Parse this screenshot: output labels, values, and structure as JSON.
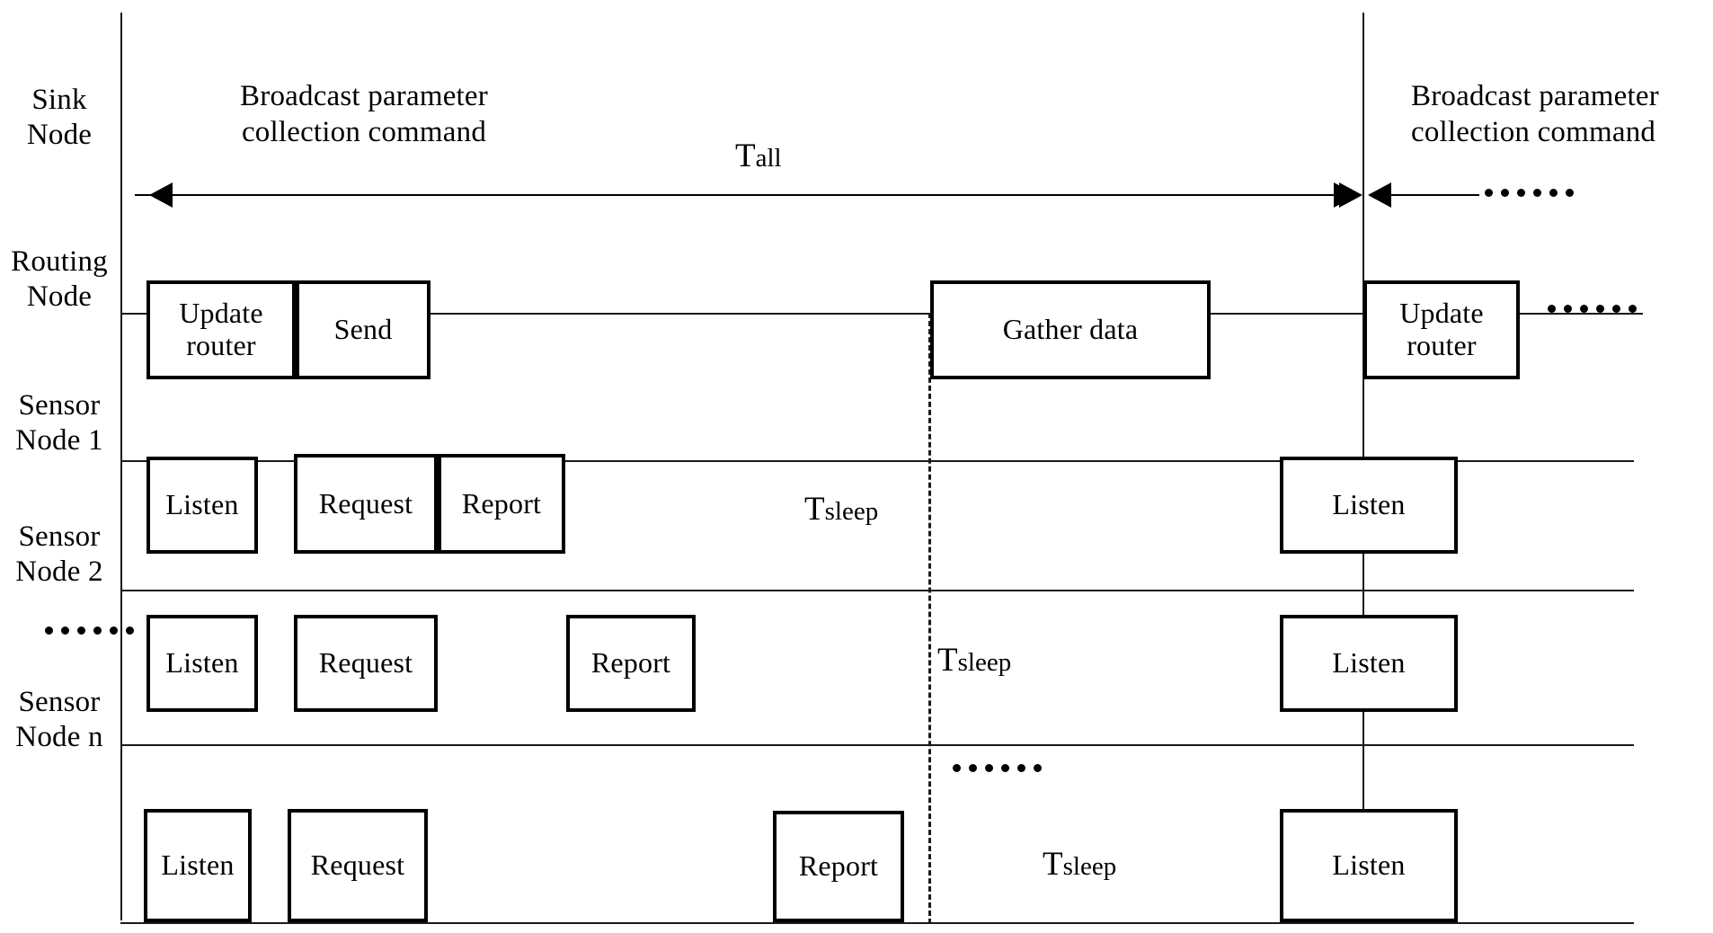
{
  "diagram": {
    "title": "WSN node duty-cycle timing diagram",
    "accent_color": "#000000",
    "background_color": "#ffffff"
  },
  "rows": [
    {
      "id": "sink",
      "label": "Sink\nNode"
    },
    {
      "id": "routing",
      "label": "Routing\nNode"
    },
    {
      "id": "sensor1",
      "label": "Sensor\nNode 1"
    },
    {
      "id": "sensor2",
      "label": "Sensor\nNode 2"
    },
    {
      "id": "ellipsis",
      "label": ""
    },
    {
      "id": "sensorn",
      "label": "Sensor\nNode n"
    }
  ],
  "annotations": {
    "broadcast_left": "Broadcast parameter\ncollection command",
    "broadcast_right": "Broadcast parameter\ncollection command",
    "t_all": {
      "base": "T",
      "sub": "all"
    },
    "t_sleep_1": {
      "base": "T",
      "sub": "sleep"
    },
    "t_sleep_2": {
      "base": "T",
      "sub": "sleep"
    },
    "t_sleep_n": {
      "base": "T",
      "sub": "sleep"
    }
  },
  "boxes": {
    "routing": [
      {
        "label": "Update\nrouter"
      },
      {
        "label": "Send"
      },
      {
        "label": "Gather data"
      },
      {
        "label": "Update\nrouter"
      }
    ],
    "sensor1": [
      {
        "label": "Listen"
      },
      {
        "label": "Request"
      },
      {
        "label": "Report"
      },
      {
        "label": "Listen"
      }
    ],
    "sensor2": [
      {
        "label": "Listen"
      },
      {
        "label": "Request"
      },
      {
        "label": "Report"
      },
      {
        "label": "Listen"
      }
    ],
    "sensorn": [
      {
        "label": "Listen"
      },
      {
        "label": "Request"
      },
      {
        "label": "Report"
      },
      {
        "label": "Listen"
      }
    ]
  },
  "ellipses": {
    "row_gap_label": "......",
    "sink_right": "......",
    "routing_right": "......",
    "sleep_middle": "......"
  }
}
